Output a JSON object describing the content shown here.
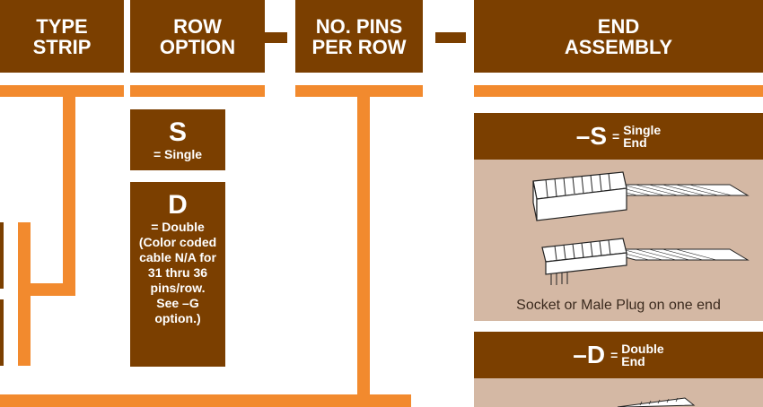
{
  "headers": {
    "type_strip": [
      "TYPE",
      "STRIP"
    ],
    "row_option": [
      "ROW",
      "OPTION"
    ],
    "pins_per_row": [
      "NO. PINS",
      "PER ROW"
    ],
    "end_assembly": [
      "END",
      "ASSEMBLY"
    ]
  },
  "row_options": {
    "single": {
      "code": "S",
      "desc": "= Single"
    },
    "double": {
      "code": "D",
      "desc_lines": [
        "= Double",
        "(Color coded",
        "cable N/A for",
        "31 thru 36",
        "pins/row.",
        "See –G",
        "option.)"
      ]
    }
  },
  "end_options": {
    "single": {
      "code": "–S",
      "eq": "=",
      "word": [
        "Single",
        "End"
      ],
      "caption": "Socket or Male Plug on one end"
    },
    "double": {
      "code": "–D",
      "eq": "=",
      "word": [
        "Double",
        "End"
      ]
    }
  },
  "colors": {
    "brown": "#7b3f00",
    "orange": "#f28a2e",
    "tan": "#d4b8a4"
  }
}
